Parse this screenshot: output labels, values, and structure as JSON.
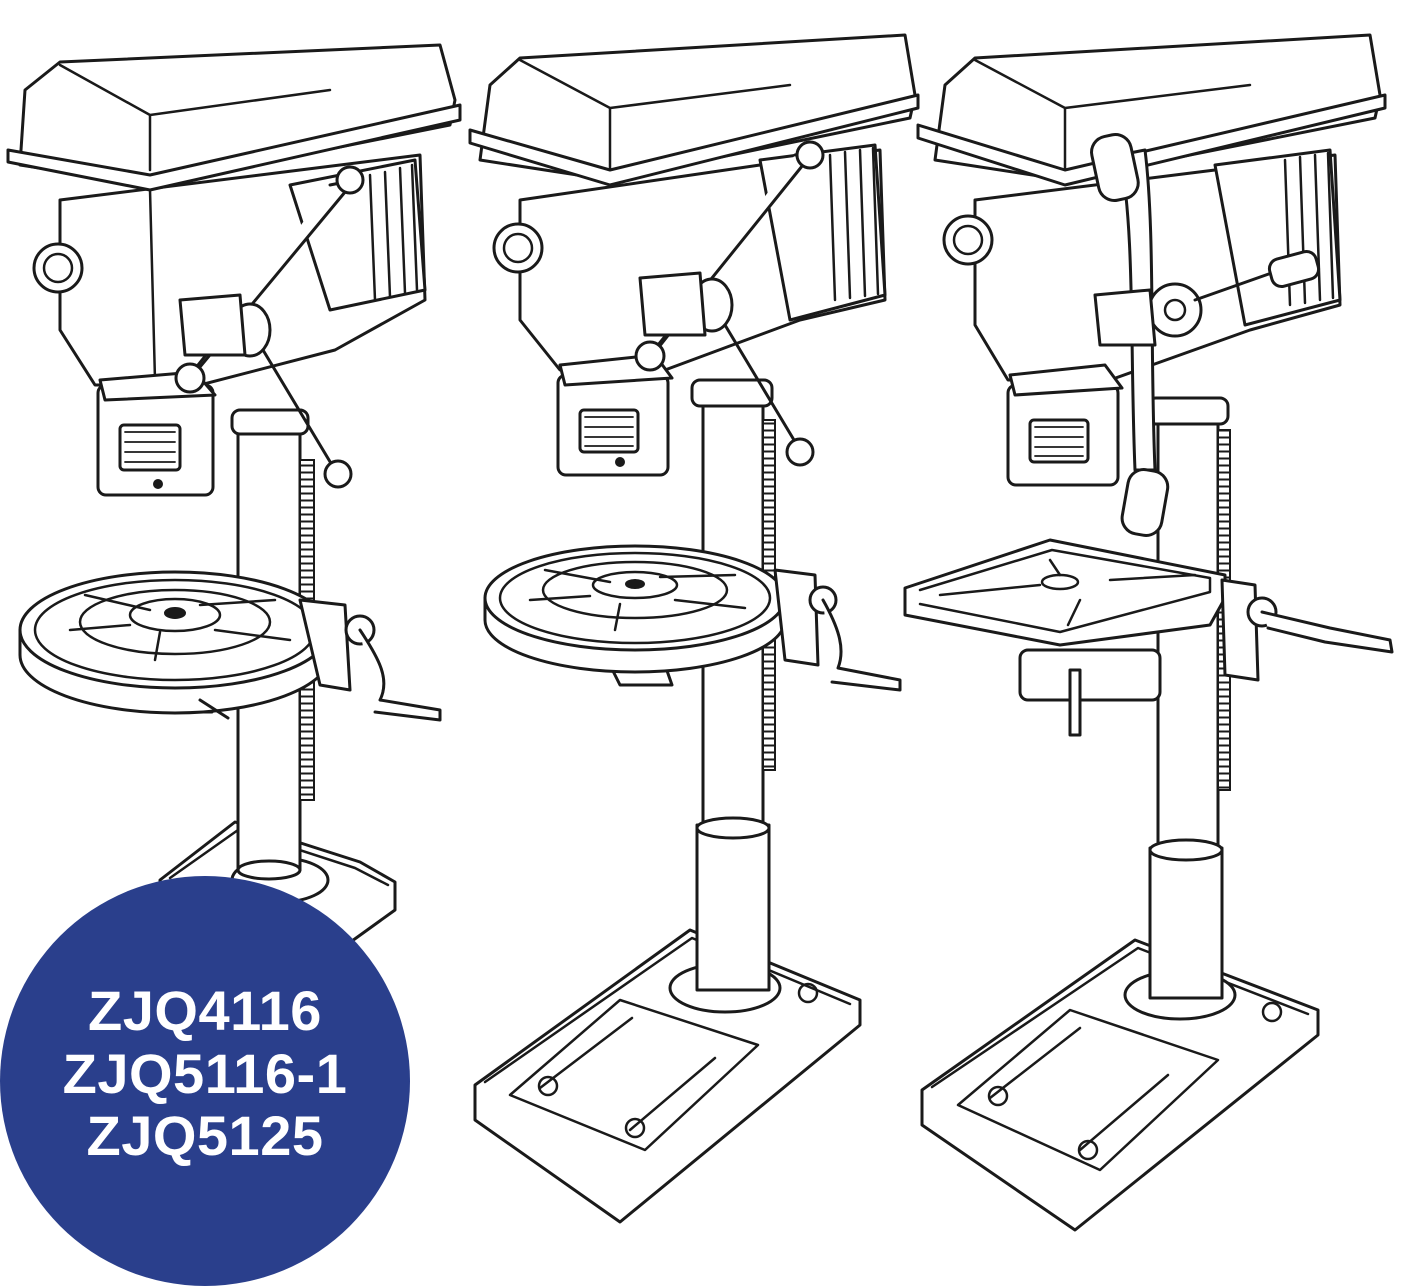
{
  "badge": {
    "color": "#2a3f8c",
    "text_color": "#ffffff",
    "models": [
      "ZJQ4116",
      "ZJQ5116-1",
      "ZJQ5125"
    ]
  },
  "illustration": {
    "line_color": "#1a1a1a",
    "machines": [
      {
        "id": "drill-press-1",
        "table_shape": "round",
        "feed": "three-spoke"
      },
      {
        "id": "drill-press-2",
        "table_shape": "round",
        "feed": "three-spoke"
      },
      {
        "id": "drill-press-3",
        "table_shape": "square",
        "feed": "lever-wheel"
      }
    ]
  }
}
